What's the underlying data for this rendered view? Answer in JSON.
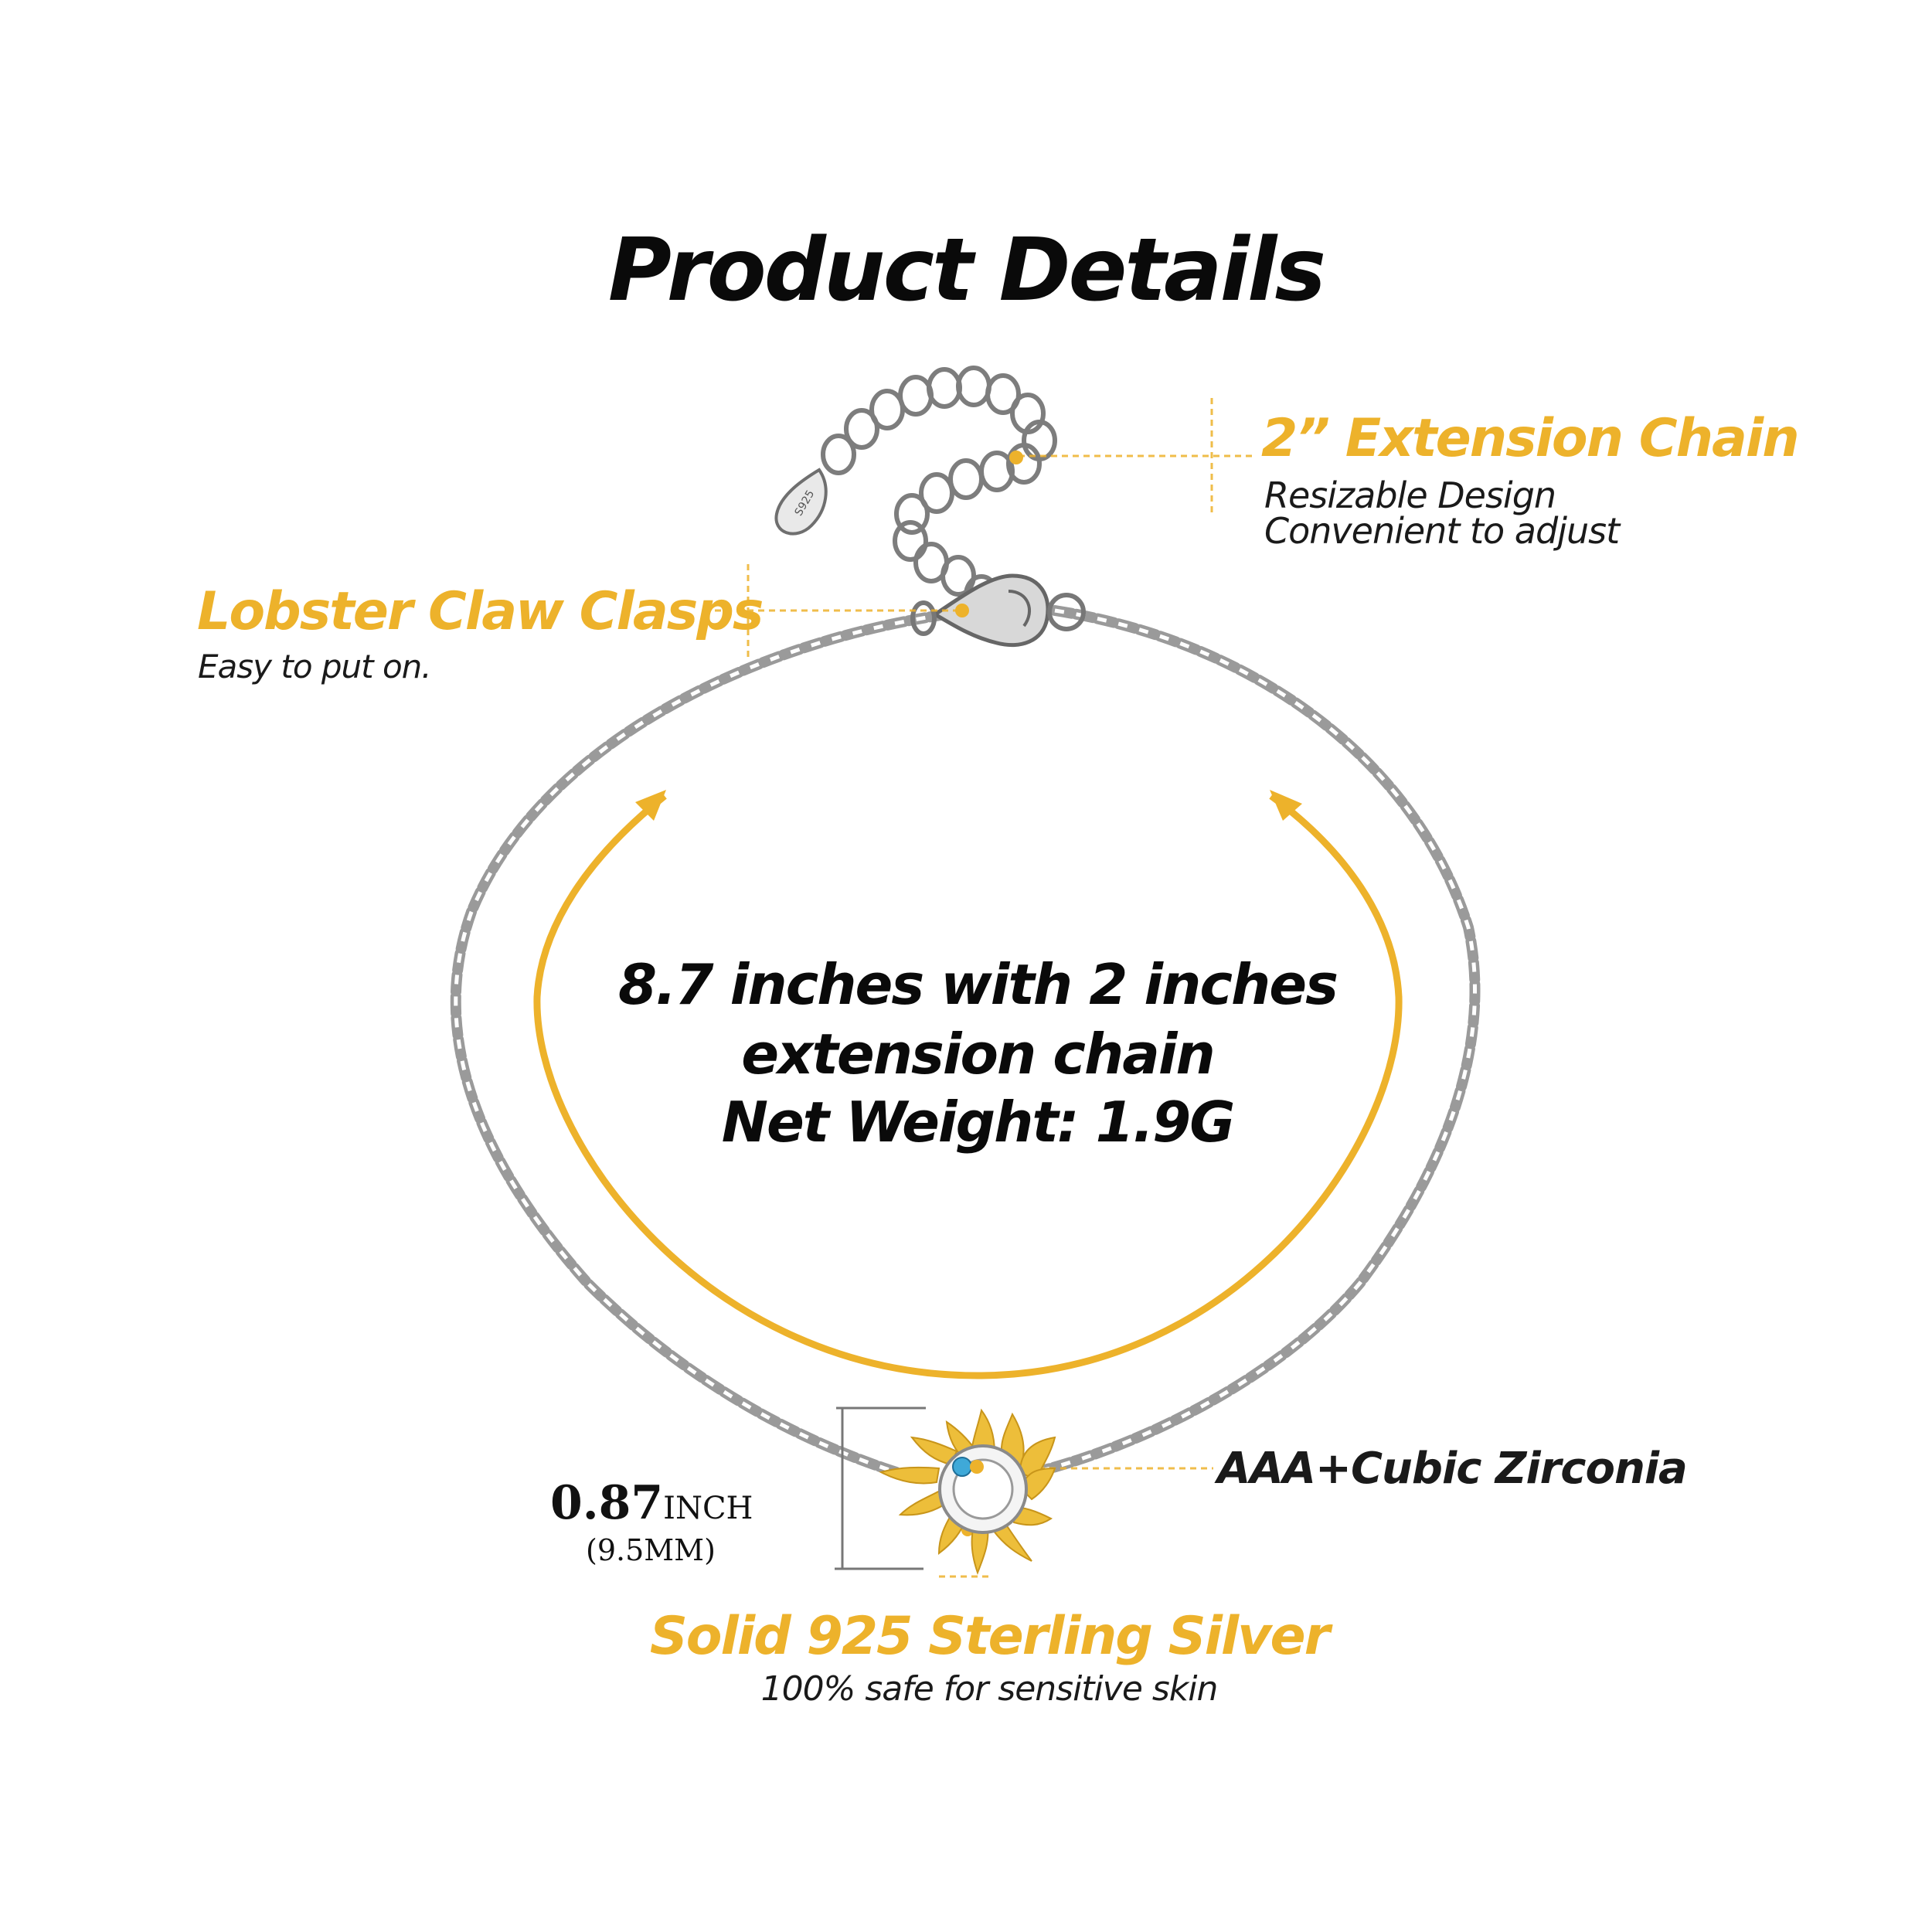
{
  "page": {
    "title": "Product Details",
    "colors": {
      "accent": "#EDB22B",
      "text": "#111111",
      "chain": "#8a8a8a",
      "gem": "#3fa9d8",
      "background": "#ffffff"
    }
  },
  "callouts": {
    "extension_chain": {
      "title": "2” Extension Chain",
      "line1": "Resizable Design",
      "line2": "Convenient  to adjust"
    },
    "lobster_clasp": {
      "title": "Lobster Claw Clasps",
      "subtitle": "Easy to put on."
    },
    "cubic_zirconia": {
      "label": "AAA+Cubic Zirconia"
    },
    "sterling_silver": {
      "title": "Solid 925 Sterling Silver",
      "subtitle": "100% safe for sensitive skin"
    }
  },
  "specs": {
    "line1": "8.7 inches with 2 inches",
    "line2": "extension chain",
    "line3": "Net Weight: 1.9G"
  },
  "charm_dimension": {
    "value": "0.87",
    "unit": "INCH",
    "metric": "(9.5MM)"
  },
  "tag_stamp": "S925",
  "icons": {
    "size_arc": "circular-arrows-icon",
    "pendant": "sun-charm-icon",
    "clasp": "lobster-clasp-icon",
    "tag": "s925-tag-icon"
  }
}
